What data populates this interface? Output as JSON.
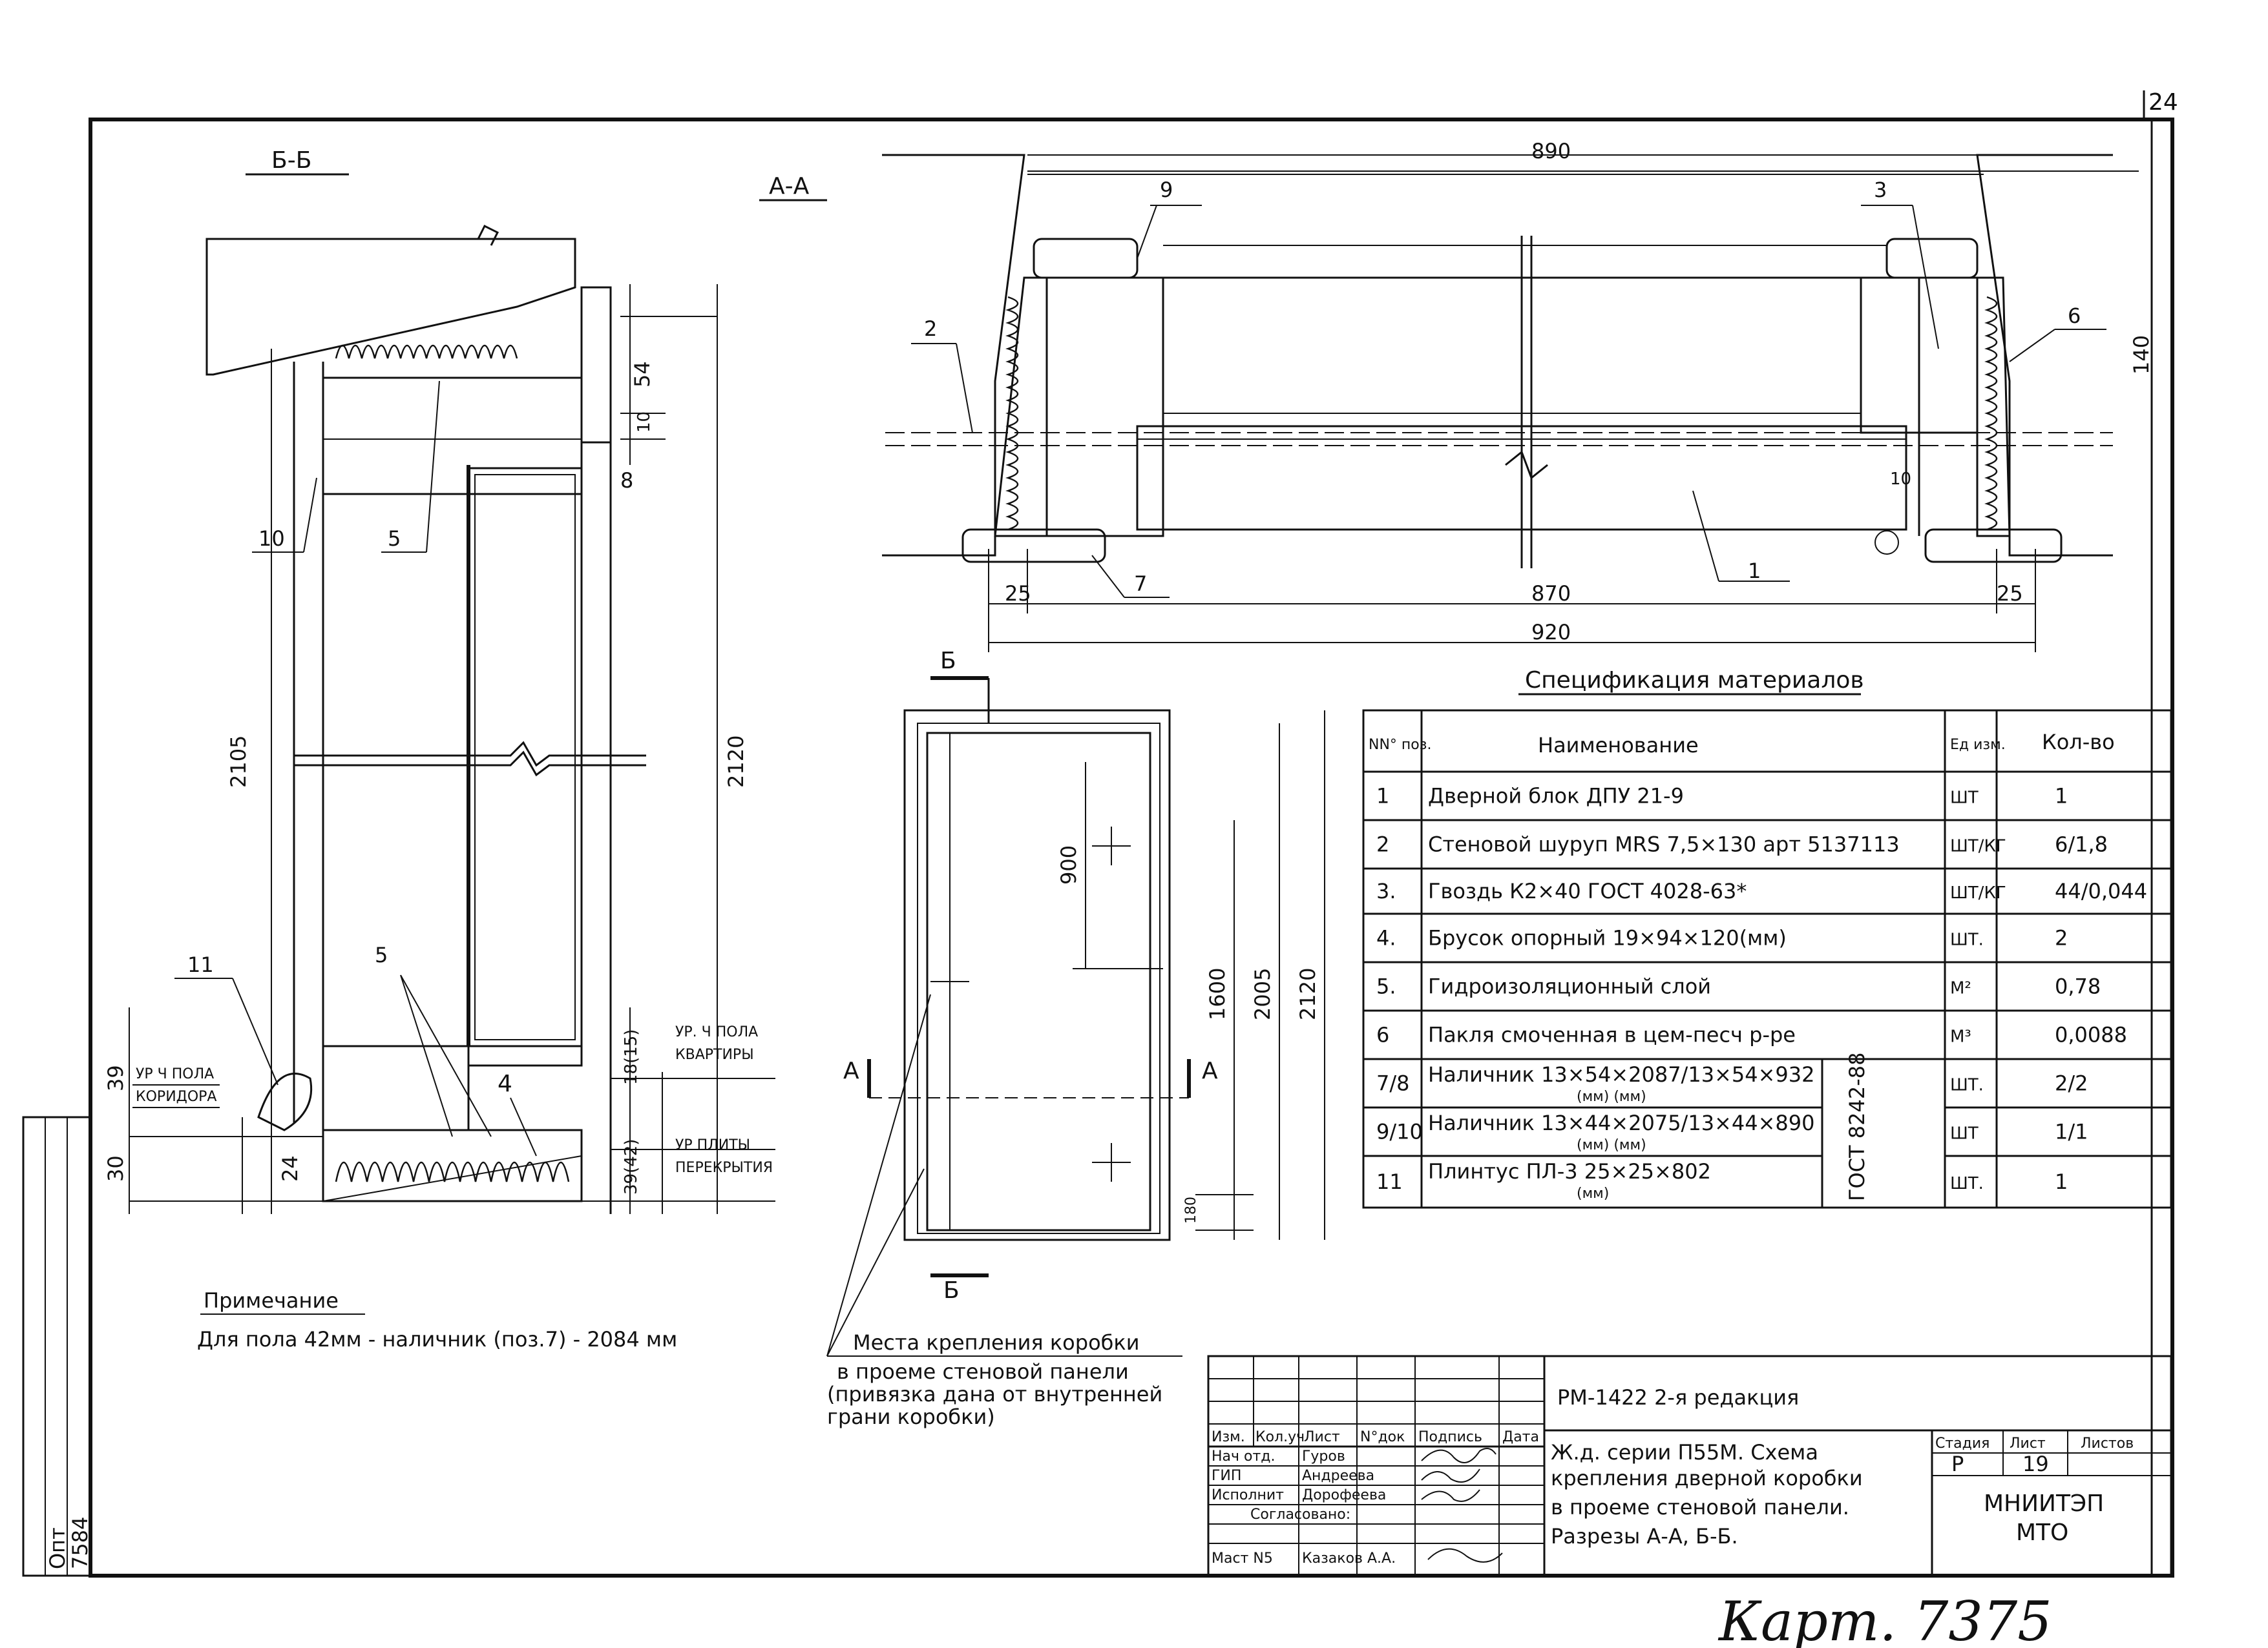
{
  "sheet_number": "24",
  "stamp_left": [
    "Опт",
    "7584"
  ],
  "sections": {
    "bb": {
      "title": "Б-Б",
      "dims": {
        "d54": "54",
        "d10": "10",
        "d8": "8",
        "d2105": "2105",
        "d2120": "2120",
        "d39": "39",
        "d30": "30",
        "d24": "24",
        "d18": "18(15)",
        "d39b": "39(42)"
      },
      "labels": {
        "ur_pola_korid": "УР Ч ПОЛА КОРИДОРА",
        "ur_pola_kv": "УР. Ч ПОЛА КВАРТИРЫ",
        "ur_plity": "УР ПЛИТЫ ПЕРЕКРЫТИЯ"
      },
      "pos": [
        "10",
        "5",
        "11",
        "5",
        "4"
      ]
    },
    "aa": {
      "title": "А-А",
      "dims": {
        "d890": "890",
        "d140": "140",
        "d25a": "25",
        "d870": "870",
        "d25b": "25",
        "d920": "920",
        "d10": "10"
      },
      "pos": [
        "9",
        "3",
        "2",
        "6",
        "7",
        "1"
      ]
    },
    "elev": {
      "cut_b_top": "Б",
      "cut_b_bottom": "Б",
      "cut_a_left": "А",
      "cut_a_right": "А",
      "dims": {
        "d900": "900",
        "d1600": "1600",
        "d2005": "2005",
        "d2120": "2120",
        "d180": "180"
      }
    }
  },
  "spec": {
    "title": "Спецификация материалов",
    "headers": {
      "num": "NN° поз.",
      "name": "Наименование",
      "unit": "Ед изм.",
      "qty": "Кол-во"
    },
    "gost": "ГОСТ 8242-88",
    "rows": [
      {
        "num": "1",
        "name": "Дверной блок ДПУ 21-9",
        "sub": "",
        "unit": "ШТ",
        "qty": "1"
      },
      {
        "num": "2",
        "name": "Стеновой шуруп MRS 7,5×130 арт 5137113",
        "sub": "",
        "unit": "ШТ/КГ",
        "qty": "6/1,8"
      },
      {
        "num": "3.",
        "name": "Гвоздь К2×40 ГОСТ 4028-63*",
        "sub": "",
        "unit": "ШТ/КГ",
        "qty": "44/0,044"
      },
      {
        "num": "4.",
        "name": "Брусок опорный 19×94×120(мм)",
        "sub": "",
        "unit": "ШТ.",
        "qty": "2"
      },
      {
        "num": "5.",
        "name": "Гидроизоляционный слой",
        "sub": "",
        "unit": "М²",
        "qty": "0,78"
      },
      {
        "num": "6",
        "name": "Пакля смоченная в цем-песч р-ре",
        "sub": "",
        "unit": "М³",
        "qty": "0,0088"
      },
      {
        "num": "7/8",
        "name": "Наличник 13×54×2087/13×54×932",
        "sub": "(мм)          (мм)",
        "unit": "ШТ.",
        "qty": "2/2"
      },
      {
        "num": "9/10",
        "name": "Наличник 13×44×2075/13×44×890",
        "sub": "(мм)          (мм)",
        "unit": "ШТ",
        "qty": "1/1"
      },
      {
        "num": "11",
        "name": "Плинтус ПЛ-3 25×25×802",
        "sub": "(мм)",
        "unit": "ШТ.",
        "qty": "1"
      }
    ]
  },
  "note": {
    "title": "Примечание",
    "text": "Для пола 42мм - наличник (поз.7) - 2084 мм"
  },
  "places_note": [
    "Места крепления коробки",
    "в проеме стеновой панели",
    "(привязка дана от внутренней",
    "грани коробки)"
  ],
  "title_block": {
    "revision": "РМ-1422 2-я редакция",
    "col_headers": [
      "Изм.",
      "Кол.уч",
      "Лист",
      "N°док",
      "Подпись",
      "Дата"
    ],
    "people": [
      {
        "role": "Нач отд.",
        "name": "Гуров"
      },
      {
        "role": "ГИП",
        "name": "Андреева"
      },
      {
        "role": "Исполнит",
        "name": "Дорофеева"
      },
      {
        "role": "Согласовано:",
        "name": ""
      },
      {
        "role": "Маст N5",
        "name": "Казаков А.А."
      }
    ],
    "description": [
      "Ж.д. серии П55М. Схема",
      "крепления дверной коробки",
      "в проеме стеновой панели.",
      "Разрезы А-А, Б-Б."
    ],
    "stage_label": "Стадия",
    "sheet_label": "Лист",
    "sheets_label": "Листов",
    "stage": "Р",
    "sheet": "19",
    "org": [
      "МНИИТЭП",
      "МТО"
    ]
  },
  "handwritten": "Карт. 7375"
}
